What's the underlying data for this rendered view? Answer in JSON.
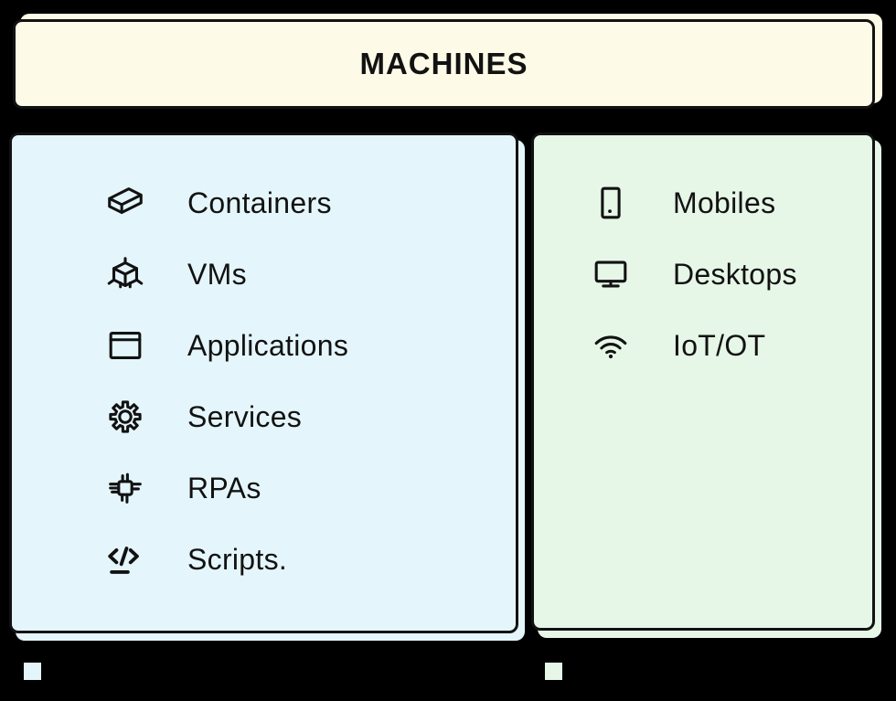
{
  "title": "MACHINES",
  "colors": {
    "background": "#000000",
    "ink": "#121212",
    "title_card_fill": "#FDFAE7",
    "left_panel_fill": "#E4F6FB",
    "right_panel_fill": "#E6F6E7"
  },
  "left_panel": {
    "items": [
      {
        "icon": "container-icon",
        "label": "Containers"
      },
      {
        "icon": "cube-3d-icon",
        "label": "VMs"
      },
      {
        "icon": "app-window-icon",
        "label": "Applications"
      },
      {
        "icon": "gear-icon",
        "label": "Services"
      },
      {
        "icon": "chip-icon",
        "label": "RPAs"
      },
      {
        "icon": "code-icon",
        "label": "Scripts."
      }
    ]
  },
  "right_panel": {
    "items": [
      {
        "icon": "smartphone-icon",
        "label": "Mobiles"
      },
      {
        "icon": "monitor-icon",
        "label": "Desktops"
      },
      {
        "icon": "wifi-icon",
        "label": "IoT/OT"
      }
    ]
  },
  "legend": {
    "swatches": [
      {
        "name": "left-panel-swatch",
        "color": "#E4F6FB"
      },
      {
        "name": "right-panel-swatch",
        "color": "#E6F6E7"
      }
    ]
  }
}
